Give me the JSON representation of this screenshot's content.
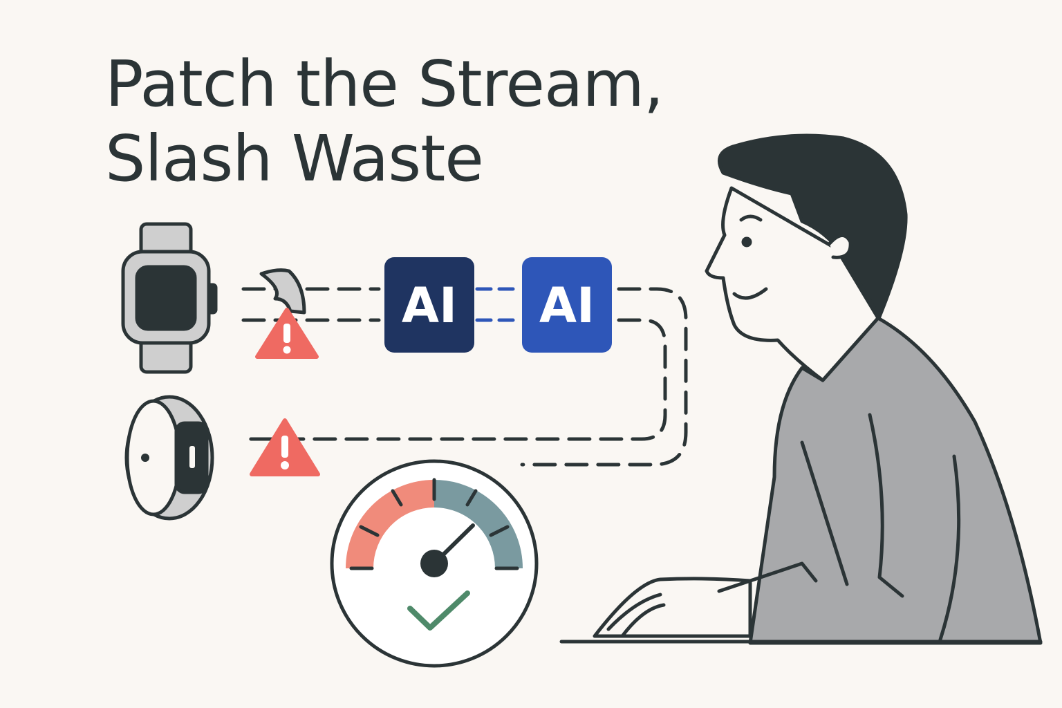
{
  "title": {
    "line1": "Patch the Stream,",
    "line2": "Slash Waste"
  },
  "nodes": {
    "ai_primary_label": "AI",
    "ai_secondary_label": "AI"
  },
  "icons": {
    "device_1": "smartwatch-icon",
    "device_2": "wristband-icon",
    "alert": "warning-triangle-icon",
    "gauge": "speedometer-gauge-icon",
    "success": "checkmark-icon"
  },
  "colors": {
    "ink": "#2b3436",
    "background": "#faf7f3",
    "ai_primary": "#1f3461",
    "ai_secondary": "#2e56b8",
    "alert": "#ef6a62",
    "gauge_warm": "#f08b7b",
    "gauge_cool": "#7a9aa0",
    "check": "#4f8a6a",
    "shirt": "#a8a9ab"
  }
}
